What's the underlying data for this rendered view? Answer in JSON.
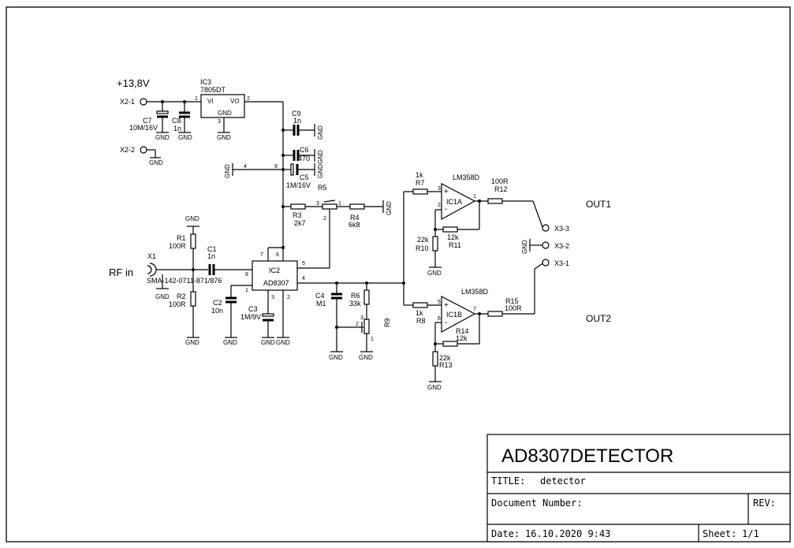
{
  "title_block": {
    "project": "AD8307DETECTOR",
    "title_label": "TITLE:",
    "title_value": "detector",
    "document_number_label": "Document Number:",
    "rev_label": "REV:",
    "date_label": "Date:",
    "date_value": "16.10.2020 9:43",
    "sheet_label": "Sheet:",
    "sheet_value": "1/1"
  },
  "labels": {
    "supply": "+13,8V",
    "rf_in": "RF in",
    "out1": "OUT1",
    "out2": "OUT2",
    "x2_1": "X2-1",
    "x2_2": "X2-2",
    "x3_3": "X3-3",
    "x3_2": "X3-2",
    "x3_1": "X3-1",
    "x1": "X1",
    "x1_part": "SMA-142-0711-871/876",
    "gnd": "GND"
  },
  "components": {
    "ic3_name": "IC3",
    "ic3_value": "7805DT",
    "ic3_vi": "VI",
    "ic3_vo": "VO",
    "ic3_gnd": "GND",
    "ic2_name": "IC2",
    "ic2_value": "AD8307",
    "ic1a_name": "IC1A",
    "ic1b_name": "IC1B",
    "ic1_value": "LM358D",
    "c1": "C1",
    "c1_v": "1n",
    "c2": "C2",
    "c2_v": "10n",
    "c3": "C3",
    "c3_v": "1M/9V",
    "c4": "C4",
    "c4_v": "M1",
    "c5": "C5",
    "c5_v": "1M/16V",
    "c6": "C6",
    "c6_v": "470",
    "c7": "C7",
    "c7_v": "10M/16V",
    "c8": "C8",
    "c8_v": "1n",
    "c9": "C9",
    "c9_v": "1n",
    "r1": "R1",
    "r1_v": "100R",
    "r2": "R2",
    "r2_v": "100R",
    "r3": "R3",
    "r3_v": "2k7",
    "r4": "R4",
    "r4_v": "6k8",
    "r5": "R5",
    "r6": "R6",
    "r6_v": "33k",
    "r7": "R7",
    "r7_v": "1k",
    "r8": "R8",
    "r8_v": "1k",
    "r9": "R9",
    "r10": "R10",
    "r10_v": "22k",
    "r11": "R11",
    "r11_v": "12k",
    "r12": "R12",
    "r12_v": "100R",
    "r13": "R13",
    "r13_v": "22k",
    "r14": "R14",
    "r14_v": "12k",
    "r15": "R15",
    "r15_v": "100R"
  },
  "pins": {
    "p1": "1",
    "p2": "2",
    "p3": "3",
    "p4": "4",
    "p5": "5",
    "p6": "6",
    "p7": "7",
    "p8": "8",
    "plus": "+",
    "minus": "-"
  }
}
